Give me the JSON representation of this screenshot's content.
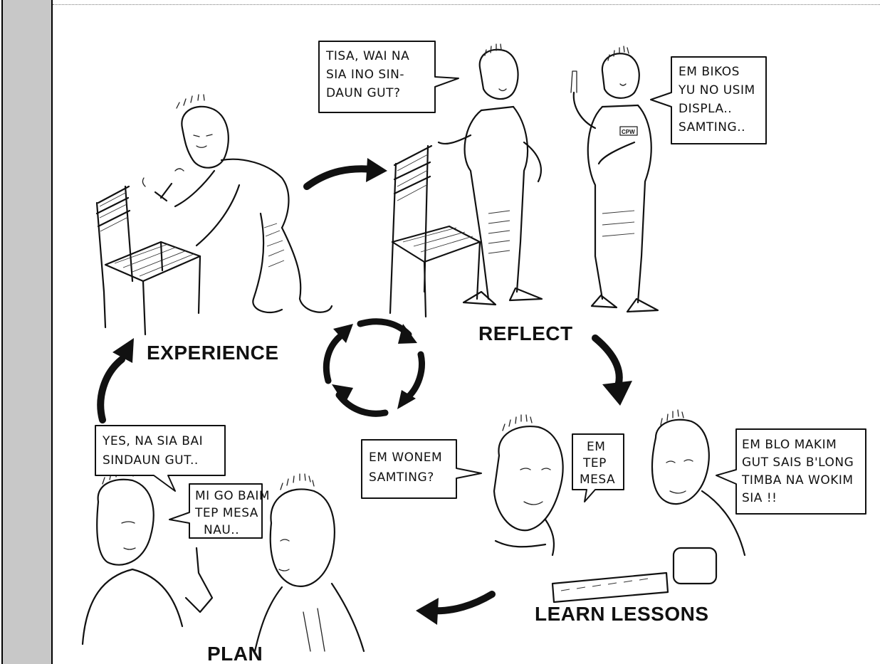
{
  "stages": {
    "experience": "EXPERIENCE",
    "reflect": "REFLECT",
    "learn": "LEARN LESSONS",
    "plan": "PLAN"
  },
  "bubbles": {
    "reflect_student": [
      "TISA, WAI NA",
      "SIA INO SIN-",
      "DAUN GUT?"
    ],
    "reflect_teacher": [
      "EM BIKOS",
      "YU NO USIM",
      "DISPLA..",
      "SAMTING.."
    ],
    "learn_question": [
      "EM WONEM",
      "SAMTING?"
    ],
    "learn_answer_short": [
      "EM",
      "TEP",
      "MESA"
    ],
    "learn_answer_long": [
      "EM BLO MAKIM",
      "GUT SAIS B'LONG",
      "TIMBA NA WOKIM",
      "SIA !!"
    ],
    "plan_first": [
      "YES, NA SIA BAI",
      "SINDAUN GUT.."
    ],
    "plan_second": [
      "MI GO BAIM",
      "TEP MESA",
      "NAU.."
    ]
  },
  "badge_text": "CPW",
  "colors": {
    "sidebar": "#c8c8c8",
    "ink": "#111111"
  }
}
